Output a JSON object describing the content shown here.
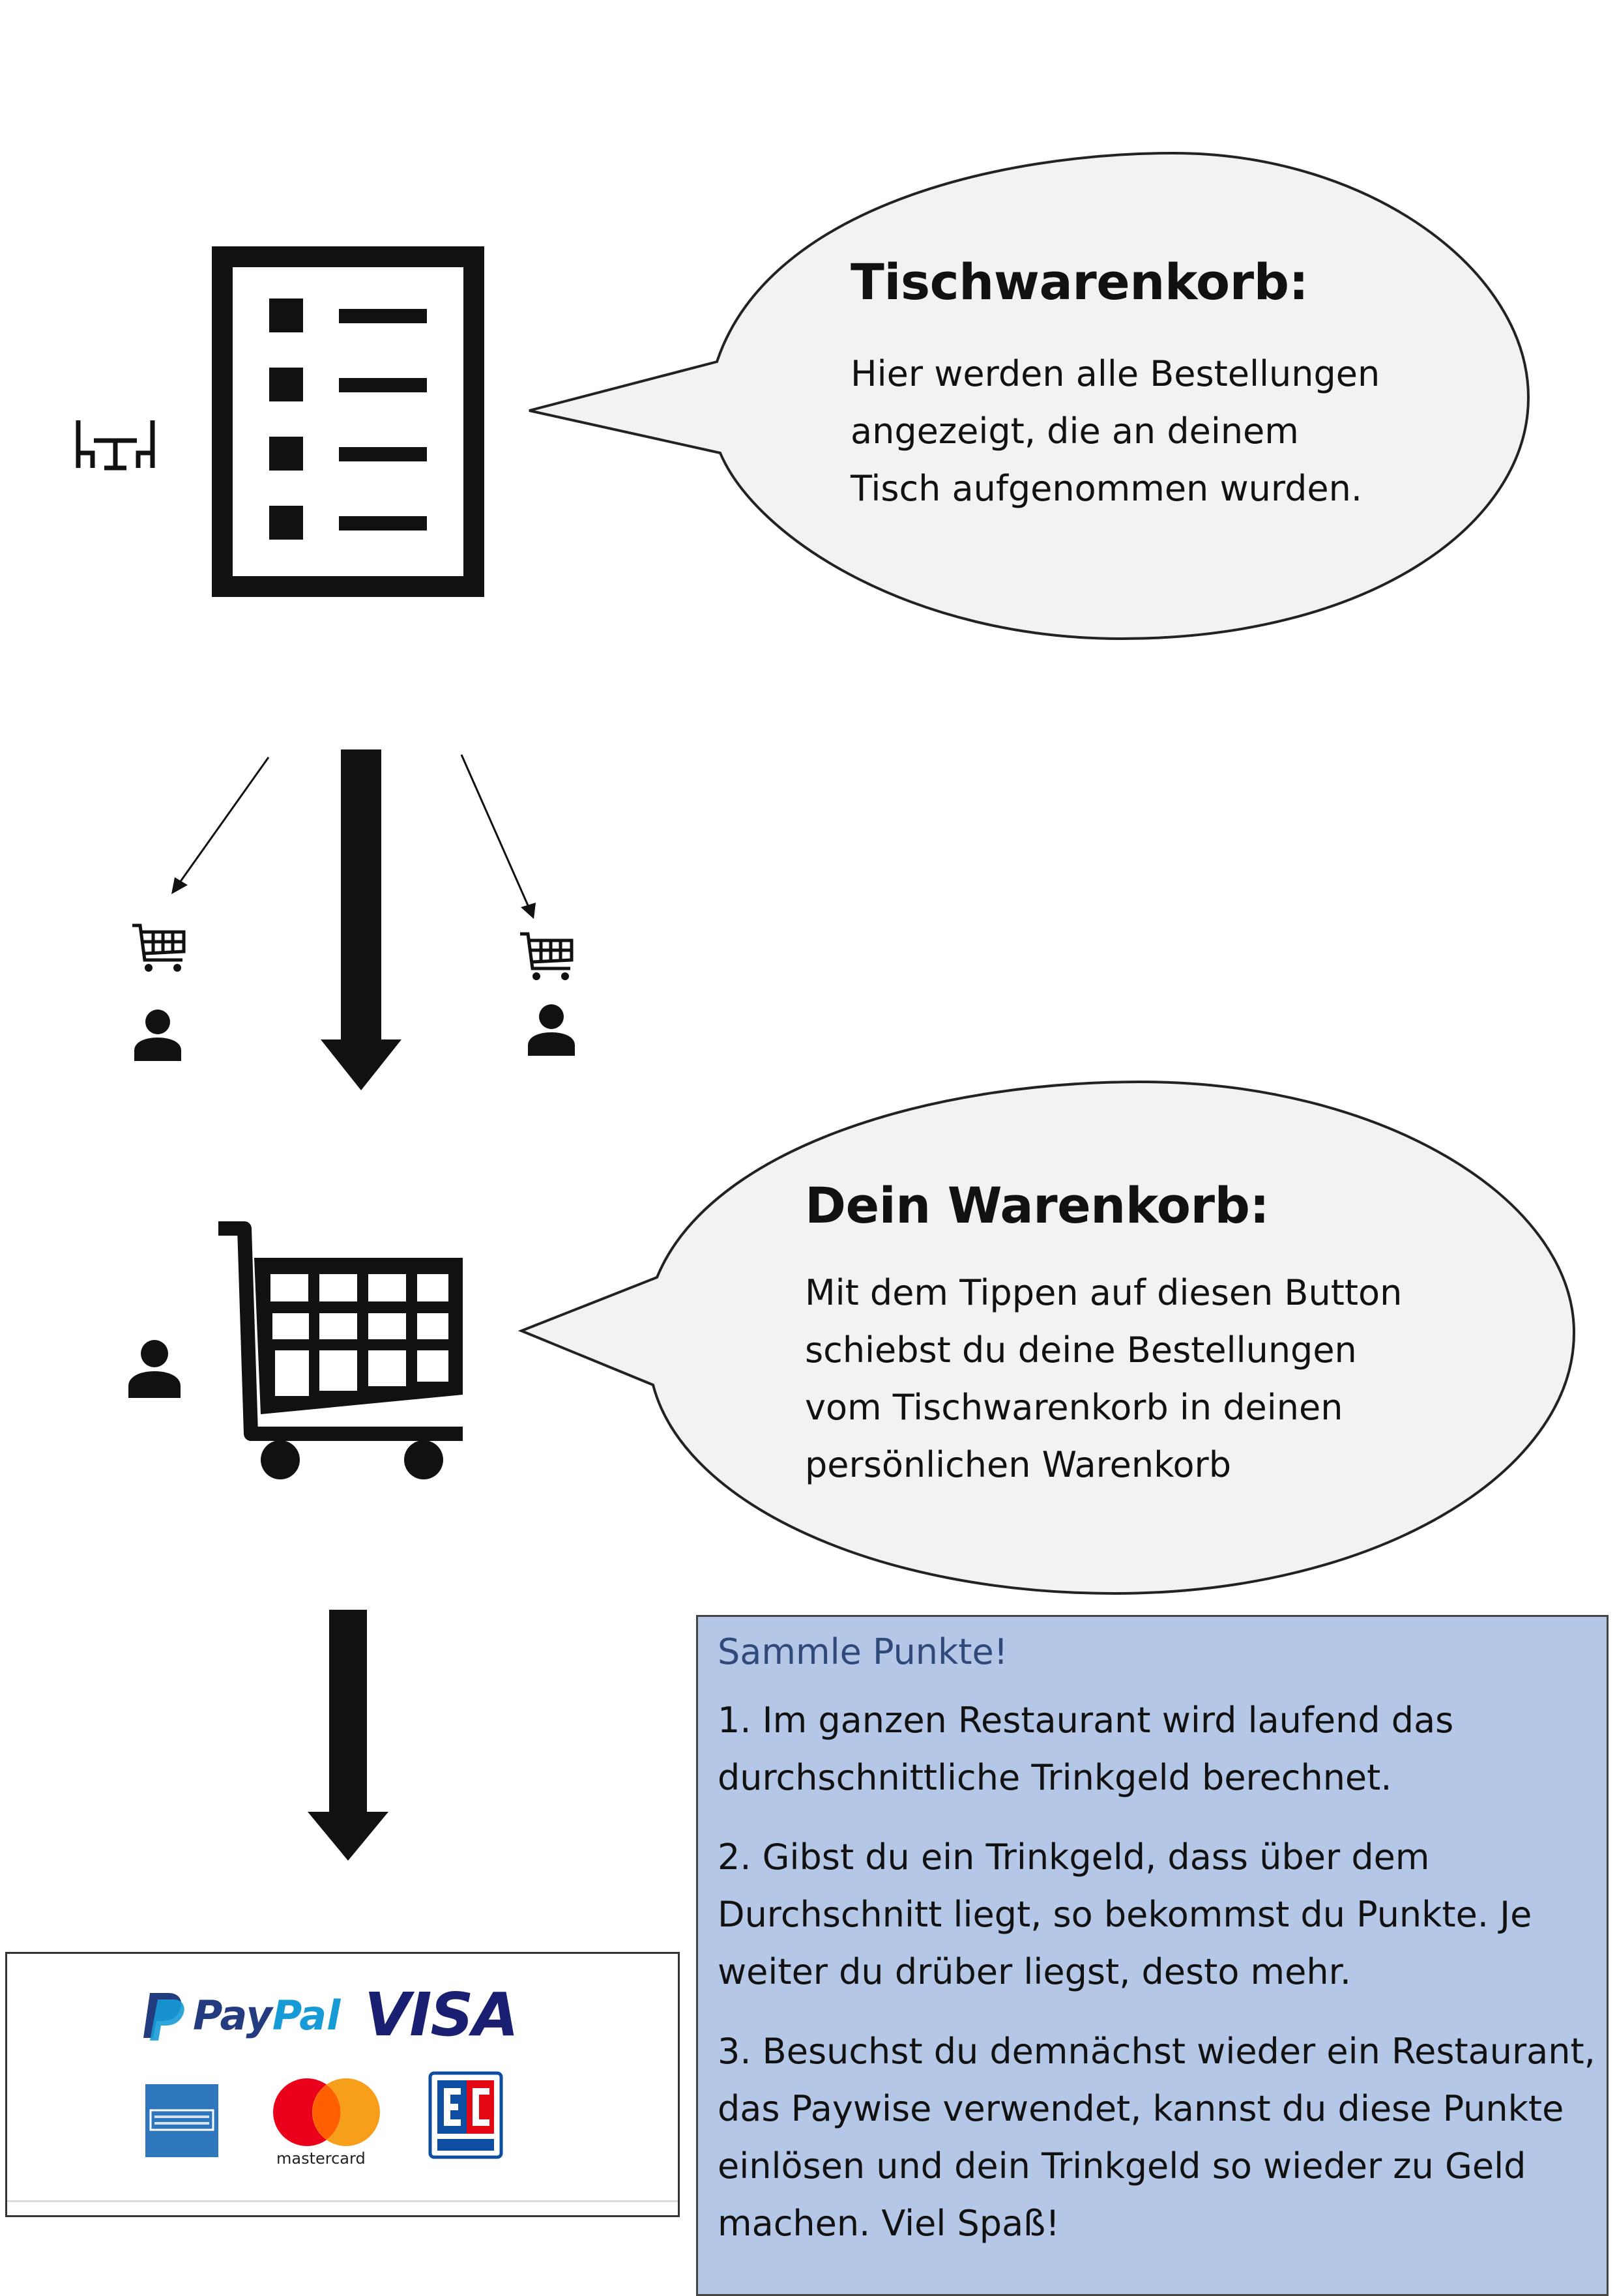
{
  "table_cart": {
    "title": "Tischwarenkorb:",
    "body_lines": [
      "Hier werden alle Bestellungen",
      "angezeigt, die an deinem",
      "Tisch aufgenommen wurden."
    ]
  },
  "your_cart": {
    "title": "Dein Warenkorb:",
    "body_lines": [
      "Mit dem Tippen auf diesen Button",
      "schiebst du deine Bestellungen",
      "vom Tischwarenkorb in deinen",
      "persönlichen Warenkorb"
    ]
  },
  "points": {
    "title": "Sammle Punkte!",
    "items": [
      [
        "1. Im ganzen Restaurant wird laufend das",
        "durchschnittliche Trinkgeld berechnet."
      ],
      [
        "2. Gibst du ein Trinkgeld, dass über dem",
        "Durchschnitt liegt, so bekommst du Punkte. Je",
        "weiter du drüber liegst, desto mehr."
      ],
      [
        "3. Besuchst du demnächst wieder ein Restaurant,",
        "das Paywise verwendet, kannst du diese Punkte",
        "einlösen und dein Trinkgeld so wieder zu Geld",
        "machen. Viel Spaß!"
      ]
    ]
  },
  "payment": {
    "paypal_pay": "Pay",
    "paypal_pal": "Pal",
    "visa": "VISA",
    "mastercard": "mastercard",
    "colors": {
      "paypal_dark": "#253b80",
      "paypal_light": "#179bd7",
      "visa": "#1a1f71",
      "mc_red": "#eb001b",
      "mc_orange": "#f79e1b",
      "amex": "#2e77bc",
      "ec_blue": "#0d4ea3",
      "ec_red": "#e30613"
    }
  },
  "colors": {
    "bubble_fill": "#f2f2f2",
    "bubble_stroke": "#222222",
    "points_bg": "#b4c7e7",
    "points_title": "#2f4a7a"
  }
}
